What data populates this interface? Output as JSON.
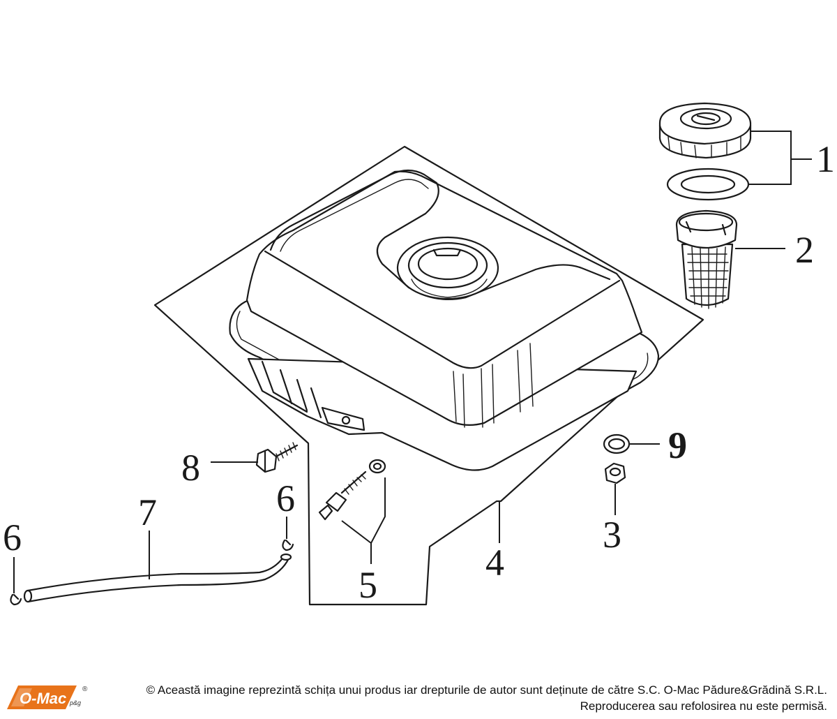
{
  "callouts": {
    "c1": "1",
    "c2": "2",
    "c3": "3",
    "c4": "4",
    "c5": "5",
    "c6_left": "6",
    "c6_right": "6",
    "c7": "7",
    "c8": "8",
    "c9": "9"
  },
  "logo": {
    "brand": "O-Mac",
    "suffix": "p&g",
    "registered": "®",
    "color": "#e8731a"
  },
  "copyright": {
    "line1": "© Această imagine reprezintă schița unui produs iar drepturile de autor sunt deținute de către S.C. O-Mac Pădure&Grădină S.R.L.",
    "line2": "Reproducerea sau refolosirea nu este permisă."
  }
}
